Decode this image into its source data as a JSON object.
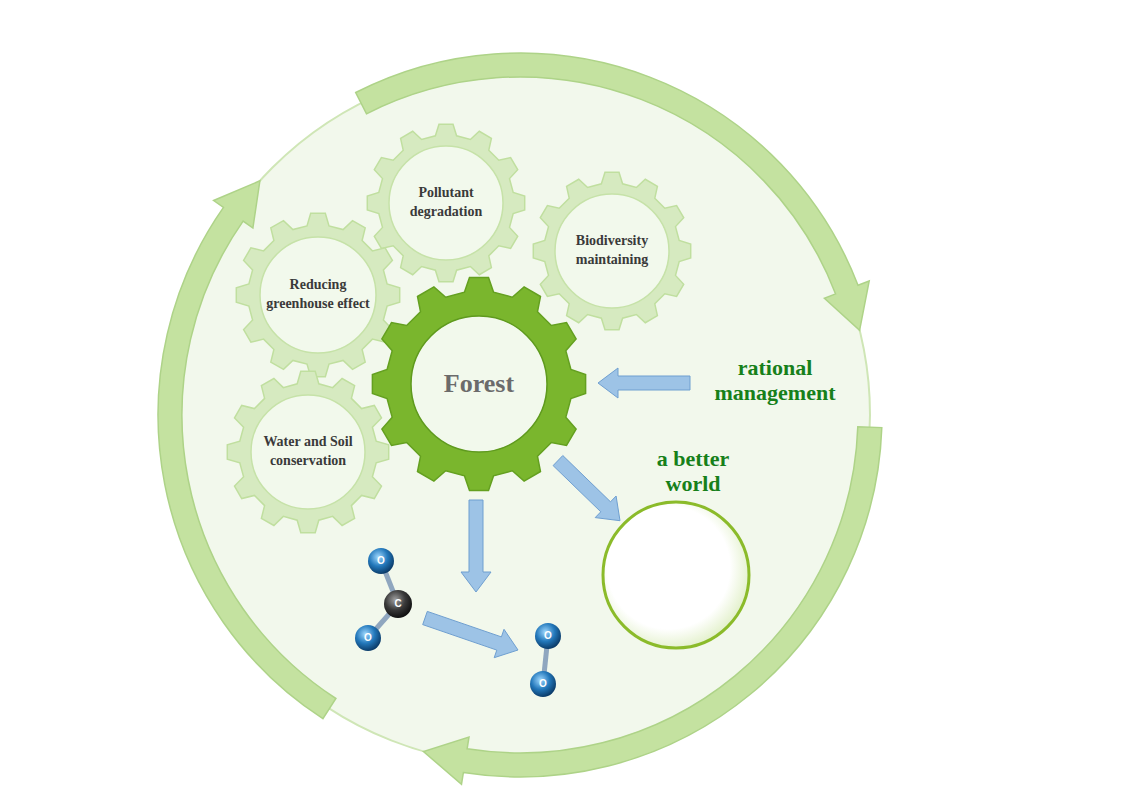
{
  "diagram": {
    "nodes": [
      {
        "text": [
          "Pollutant degradation"
        ]
      },
      {
        "text": [
          "Biodiversity maintaining"
        ]
      },
      {
        "text": [
          "Reducing greenhouse effect"
        ]
      },
      {
        "text": [
          "Forest"
        ]
      },
      {
        "text": [
          "Water and Soil conservation"
        ]
      },
      {
        "text": [
          "a better world"
        ]
      }
    ],
    "edges": [
      {
        "from": 3,
        "to": 5,
        "arrow": "to"
      }
    ],
    "labels": [
      "rational management",
      "O",
      "C",
      "O",
      "O",
      "O"
    ]
  }
}
